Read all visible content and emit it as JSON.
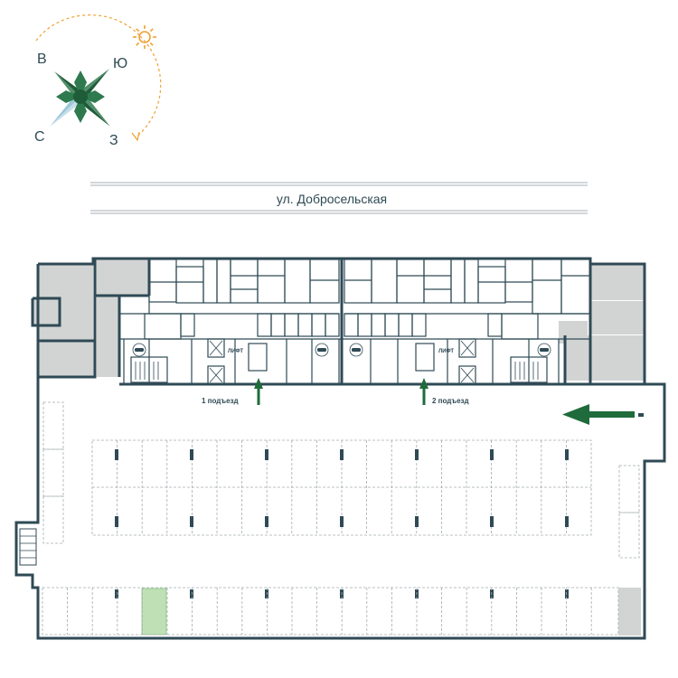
{
  "compass": {
    "east": "В",
    "south": "Ю",
    "north": "С",
    "west": "З"
  },
  "street": {
    "name": "ул. Добросельская"
  },
  "entrances": {
    "first": "1 подъезд",
    "second": "2 подъезд"
  },
  "lift": {
    "label": "ЛИФТ"
  },
  "colors": {
    "wall": "#2f4a55",
    "shade": "#d2d4d4",
    "accent_green": "#1f6b3c",
    "highlight_spot": "#bfe0b5",
    "sun": "#f0a030",
    "compass_dark": "#1f5c3a"
  },
  "icons": {
    "sun": "sun-icon",
    "car": "car-icon",
    "entrance_arrow": "arrow-up-icon",
    "driveway_arrow": "arrow-left-icon"
  },
  "parking": {
    "highlighted_spot": "lower-row spot 4"
  }
}
